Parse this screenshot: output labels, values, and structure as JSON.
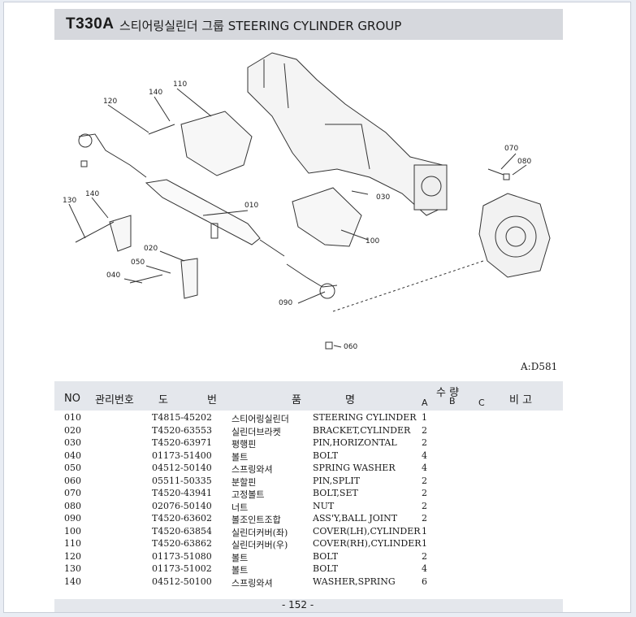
{
  "header": {
    "code": "T330A",
    "title": "스티어링실린더 그룹  STEERING CYLINDER GROUP"
  },
  "diagram": {
    "reference": "A:D581",
    "labels": [
      "010",
      "020",
      "030",
      "040",
      "050",
      "060",
      "070",
      "080",
      "090",
      "100",
      "110",
      "120",
      "130",
      "140",
      "140"
    ]
  },
  "table": {
    "headers": {
      "no": "NO",
      "mgmt_no": "관리번호",
      "part_no_1": "도",
      "part_no_2": "번",
      "name_1": "품",
      "name_2": "명",
      "qty": "수 량",
      "qty_a": "A",
      "qty_b": "B",
      "qty_c": "C",
      "remarks": "비 고"
    },
    "rows": [
      {
        "no": "010",
        "part": "T4815-45202",
        "kor": "스티어링실린더",
        "eng": "STEERING CYLINDER",
        "qty": "1"
      },
      {
        "no": "020",
        "part": "T4520-63553",
        "kor": "실린더브라켓",
        "eng": "BRACKET,CYLINDER",
        "qty": "2"
      },
      {
        "no": "030",
        "part": "T4520-63971",
        "kor": "평행핀",
        "eng": "PIN,HORIZONTAL",
        "qty": "2"
      },
      {
        "no": "040",
        "part": "01173-51400",
        "kor": "볼트",
        "eng": "BOLT",
        "qty": "4"
      },
      {
        "no": "050",
        "part": "04512-50140",
        "kor": "스프링와셔",
        "eng": "SPRING WASHER",
        "qty": "4"
      },
      {
        "no": "060",
        "part": "05511-50335",
        "kor": "분할핀",
        "eng": "PIN,SPLIT",
        "qty": "2"
      },
      {
        "no": "070",
        "part": "T4520-43941",
        "kor": "고정볼트",
        "eng": "BOLT,SET",
        "qty": "2"
      },
      {
        "no": "080",
        "part": "02076-50140",
        "kor": "너트",
        "eng": "NUT",
        "qty": "2"
      },
      {
        "no": "090",
        "part": "T4520-63602",
        "kor": "볼조인트조합",
        "eng": "ASS'Y,BALL JOINT",
        "qty": "2"
      },
      {
        "no": "100",
        "part": "T4520-63854",
        "kor": "실린더커버(좌)",
        "eng": "COVER(LH),CYLINDER",
        "qty": "1"
      },
      {
        "no": "110",
        "part": "T4520-63862",
        "kor": "실린더커버(우)",
        "eng": "COVER(RH),CYLINDER",
        "qty": "1"
      },
      {
        "no": "120",
        "part": "01173-51080",
        "kor": "볼트",
        "eng": "BOLT",
        "qty": "2"
      },
      {
        "no": "130",
        "part": "01173-51002",
        "kor": "볼트",
        "eng": "BOLT",
        "qty": "4"
      },
      {
        "no": "140",
        "part": "04512-50100",
        "kor": "스프링와셔",
        "eng": "WASHER,SPRING",
        "qty": "6"
      }
    ]
  },
  "footer": {
    "page": "- 152 -"
  }
}
